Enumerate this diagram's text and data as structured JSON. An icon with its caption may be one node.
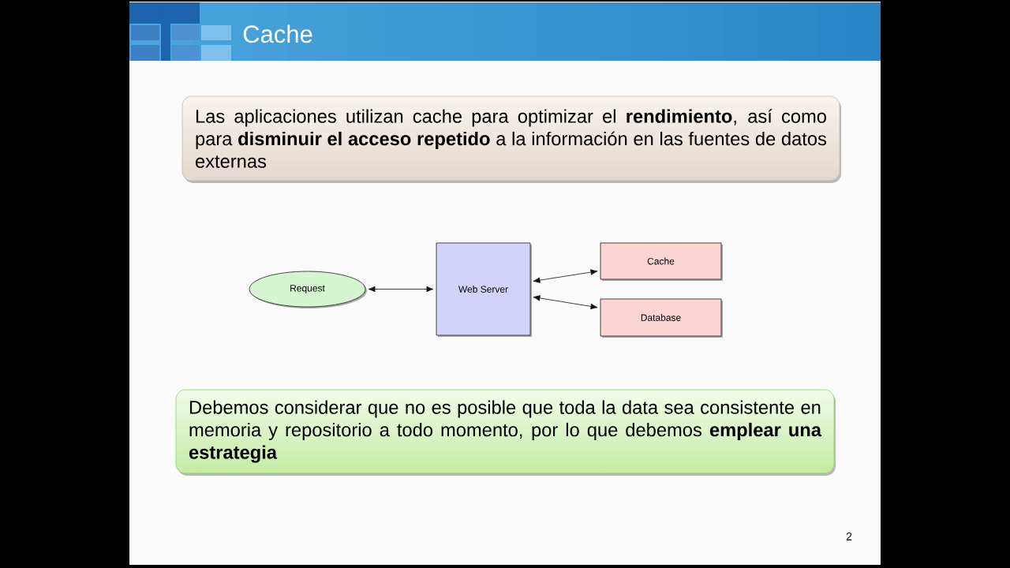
{
  "diagram": {
    "title": "Cache",
    "nodes": [
      {
        "text": [
          "Las aplicaciones utilizan cache para optimizar el **rendimiento**, así como para **disminuir el acceso repetido** a la información en las fuentes de datos externas"
        ]
      },
      {
        "text": [
          "Request"
        ]
      },
      {
        "text": [
          "Web Server"
        ]
      },
      {
        "text": [
          "Cache"
        ]
      },
      {
        "text": [
          "Database"
        ]
      },
      {
        "text": [
          "Debemos considerar que no es posible que toda la data sea consistente en memoria y repositorio a todo momento, por lo que debemos **emplear una estrategia**"
        ]
      }
    ],
    "edges": [
      {
        "from": 1,
        "to": 2,
        "arrow": "both"
      },
      {
        "from": 2,
        "to": 3,
        "arrow": "both"
      },
      {
        "from": 2,
        "to": 4,
        "arrow": "both"
      }
    ],
    "labels": [
      "2"
    ]
  }
}
